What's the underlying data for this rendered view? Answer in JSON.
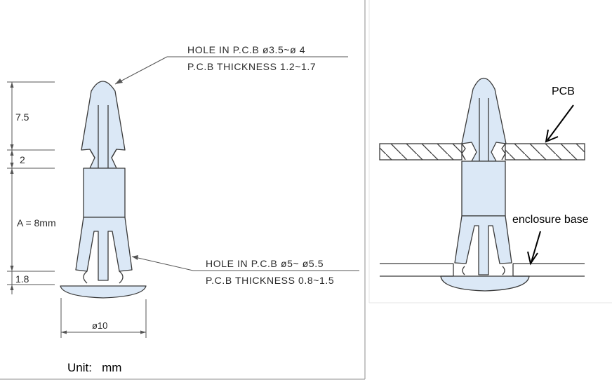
{
  "left_panel": {
    "callout_top": {
      "line1": "HOLE IN P.C.B ø3.5~ø 4",
      "line2": "P.C.B THICKNESS 1.2~1.7"
    },
    "callout_bottom": {
      "line1": "HOLE IN P.C.B ø5~ ø5.5",
      "line2": "P.C.B THICKNESS 0.8~1.5"
    },
    "dimensions": {
      "d_top": "7.5",
      "d_neck": "2",
      "d_body": "A = 8mm",
      "d_bottom": "1.8",
      "d_base": "ø10"
    },
    "unit_label": "Unit:   mm"
  },
  "right_panel": {
    "pcb_label": "PCB",
    "enclosure_label": "enclosure base"
  },
  "colors": {
    "part_fill": "#dbe8f6",
    "outline": "#3a3a3a",
    "dim_line": "#555555",
    "frame": "#8c8c8c"
  }
}
